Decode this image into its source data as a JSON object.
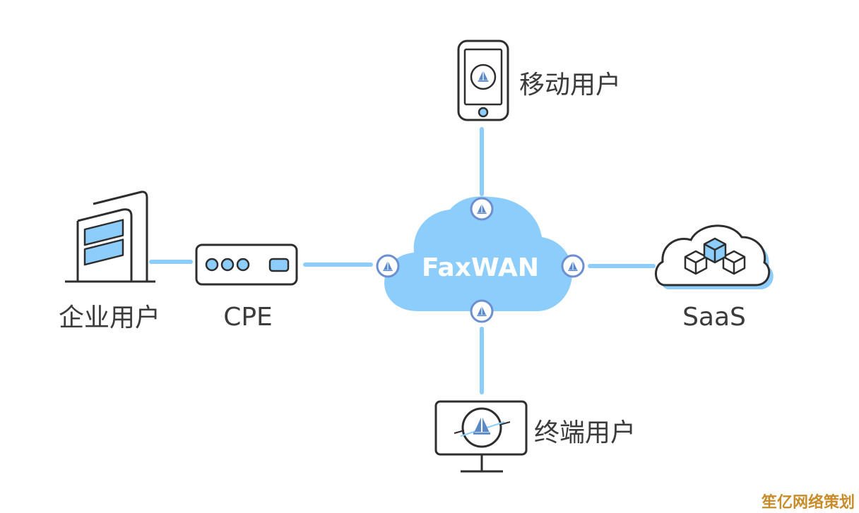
{
  "diagram": {
    "center": {
      "title": "FaxWAN"
    },
    "nodes": {
      "mobile": {
        "label": "移动用户",
        "icon": "smartphone-icon"
      },
      "enterprise": {
        "label": "企业用户",
        "icon": "office-building-icon"
      },
      "cpe": {
        "label": "CPE",
        "icon": "cpe-router-icon"
      },
      "saas": {
        "label": "SaaS",
        "icon": "saas-cloud-cubes-icon"
      },
      "terminal": {
        "label": "终端用户",
        "icon": "desktop-monitor-icon"
      }
    },
    "connections": [
      {
        "from": "mobile",
        "to": "center"
      },
      {
        "from": "enterprise",
        "to": "cpe"
      },
      {
        "from": "cpe",
        "to": "center"
      },
      {
        "from": "center",
        "to": "saas"
      },
      {
        "from": "center",
        "to": "terminal"
      }
    ]
  },
  "watermark": {
    "text": "笙亿网络策划"
  },
  "colors": {
    "connector": "#8ccdfb",
    "cloud": "#8ccdfb",
    "accent": "#5b9bd5",
    "node_badge": "#6b8fd0",
    "stroke": "#2e2e2e",
    "label": "#3b3b3b"
  }
}
